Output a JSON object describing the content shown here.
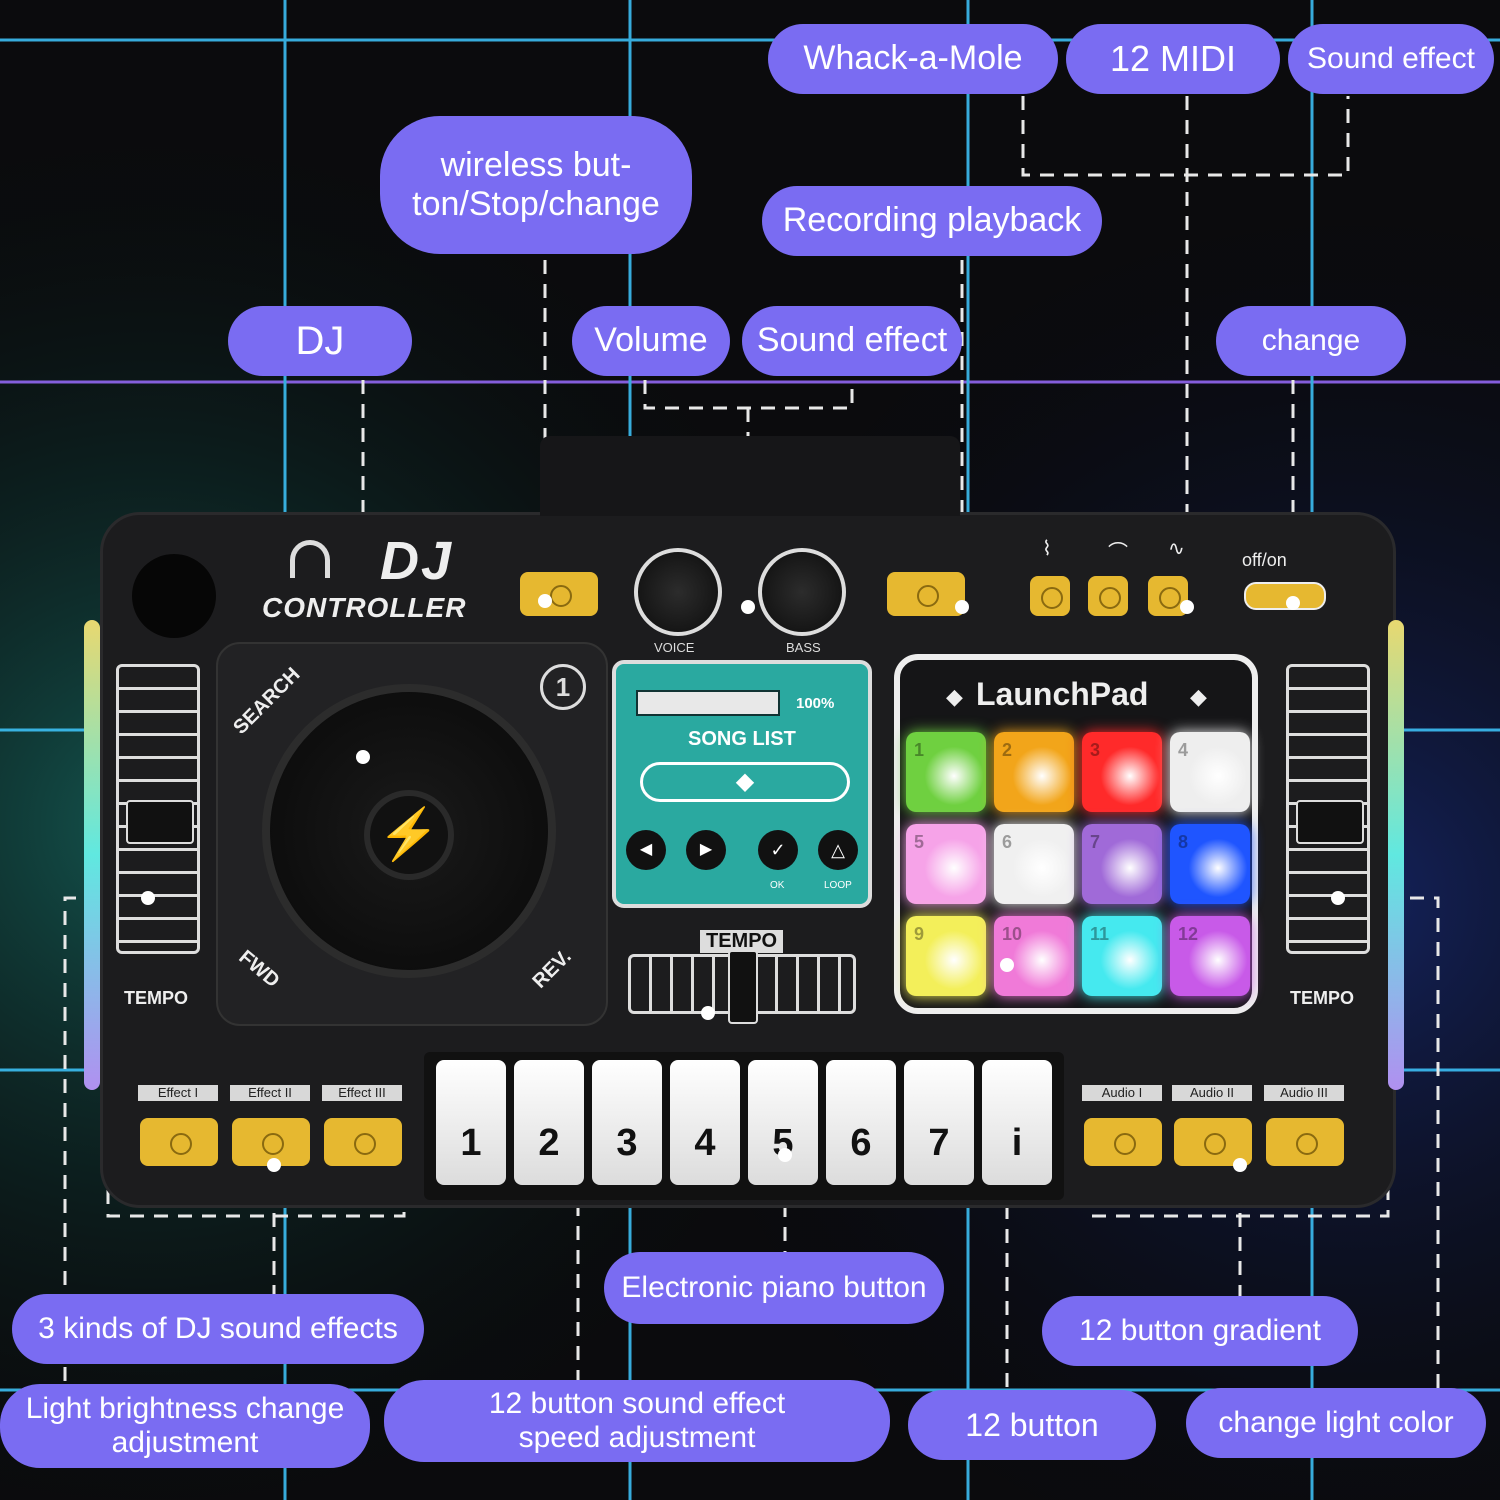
{
  "device": {
    "logo_line1": "DJ",
    "logo_line2": "CONTROLLER",
    "knob_labels": [
      "VOICE",
      "BASS"
    ],
    "song_screen": {
      "percent": "100%",
      "title": "SONG LIST",
      "button_labels": [
        "◀",
        "▶",
        "OK",
        "LOOP"
      ]
    },
    "tempo_label_left": "TEMPO",
    "tempo_label_right": "TEMPO",
    "tempo_label_center": "TEMPO",
    "jog_labels": {
      "search": "SEARCH",
      "fwd": "FWD",
      "rev": "REV."
    },
    "switch_label": "off/on",
    "launchpad": {
      "title": "LaunchPad",
      "pads": [
        {
          "label": "1",
          "color": "#6fd040"
        },
        {
          "label": "2",
          "color": "#f2a51a"
        },
        {
          "label": "3",
          "color": "#ff2a2a"
        },
        {
          "label": "4",
          "color": "#eeeeee"
        },
        {
          "label": "5",
          "color": "#f6a3e8"
        },
        {
          "label": "6",
          "color": "#f0f0f0"
        },
        {
          "label": "7",
          "color": "#a06ad8"
        },
        {
          "label": "8",
          "color": "#1f55ff"
        },
        {
          "label": "9",
          "color": "#f3ef5a"
        },
        {
          "label": "10",
          "color": "#f07ad8"
        },
        {
          "label": "11",
          "color": "#45e9ef"
        },
        {
          "label": "12",
          "color": "#c85ae8"
        }
      ]
    },
    "effect_labels": [
      "Effect I",
      "Effect II",
      "Effect III"
    ],
    "audio_labels": [
      "Audio I",
      "Audio II",
      "Audio III"
    ],
    "piano_keys": [
      "1",
      "2",
      "3",
      "4",
      "5",
      "6",
      "7",
      "i"
    ]
  },
  "callouts": {
    "whack": "Whack-a-Mole",
    "midi": "12 MIDI",
    "sound_effect_top": "Sound effect",
    "wireless": "wireless but-ton/Stop/change",
    "recording": "Recording playback",
    "dj": "DJ",
    "volume": "Volume",
    "sound_effect_mid": "Sound effect",
    "change": "change",
    "piano": "Electronic piano button",
    "dj_effects": "3 kinds of DJ sound effects",
    "gradient": "12 button gradient",
    "brightness": "Light brightness change adjustment",
    "speed": "12 button sound effect speed adjustment",
    "twelve_button": "12 button",
    "light_color": "change light color"
  },
  "colors": {
    "callout": "#7a6cf2",
    "grid": "#33d0ff",
    "accent": "#e6b830",
    "screen": "#2aa9a0"
  }
}
